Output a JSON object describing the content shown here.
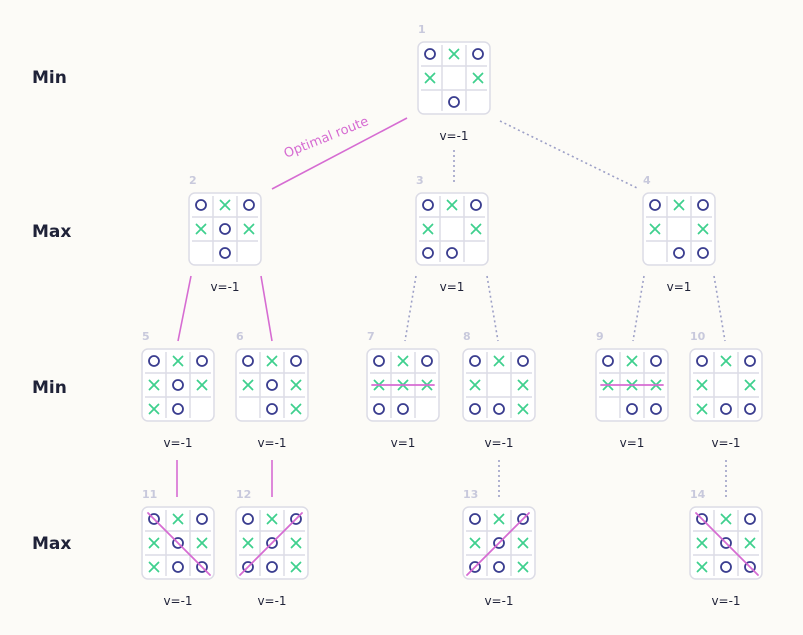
{
  "levels": [
    "Min",
    "Max",
    "Min",
    "Max"
  ],
  "route_label": "Optimal route",
  "colors": {
    "o": "#3a3d8f",
    "x": "#3fd08e",
    "highlight": "#d66cd2",
    "dotted": "#9da0c7",
    "grid": "#dcdce6"
  },
  "nodes": [
    {
      "id": "1",
      "value": "v=-1",
      "cells": [
        "O",
        "X",
        "O",
        "X",
        "",
        "X",
        "",
        "O",
        ""
      ]
    },
    {
      "id": "2",
      "value": "v=-1",
      "cells": [
        "O",
        "X",
        "O",
        "X",
        "O",
        "X",
        "",
        "O",
        ""
      ]
    },
    {
      "id": "3",
      "value": "v=1",
      "cells": [
        "O",
        "X",
        "O",
        "X",
        "",
        "X",
        "O",
        "O",
        ""
      ]
    },
    {
      "id": "4",
      "value": "v=1",
      "cells": [
        "O",
        "X",
        "O",
        "X",
        "",
        "X",
        "",
        "O",
        "O"
      ]
    },
    {
      "id": "5",
      "value": "v=-1",
      "cells": [
        "O",
        "X",
        "O",
        "X",
        "O",
        "X",
        "X",
        "O",
        ""
      ]
    },
    {
      "id": "6",
      "value": "v=-1",
      "cells": [
        "O",
        "X",
        "O",
        "X",
        "O",
        "X",
        "",
        "O",
        "X"
      ]
    },
    {
      "id": "7",
      "value": "v=1",
      "cells": [
        "O",
        "X",
        "O",
        "X",
        "X",
        "X",
        "O",
        "O",
        ""
      ],
      "win": "row-middle"
    },
    {
      "id": "8",
      "value": "v=-1",
      "cells": [
        "O",
        "X",
        "O",
        "X",
        "",
        "X",
        "O",
        "O",
        "X"
      ]
    },
    {
      "id": "9",
      "value": "v=1",
      "cells": [
        "O",
        "X",
        "O",
        "X",
        "X",
        "X",
        "",
        "O",
        "O"
      ],
      "win": "row-middle"
    },
    {
      "id": "10",
      "value": "v=-1",
      "cells": [
        "O",
        "X",
        "O",
        "X",
        "",
        "X",
        "X",
        "O",
        "O"
      ]
    },
    {
      "id": "11",
      "value": "v=-1",
      "cells": [
        "O",
        "X",
        "O",
        "X",
        "O",
        "X",
        "X",
        "O",
        "O"
      ],
      "win": "diag-main"
    },
    {
      "id": "12",
      "value": "v=-1",
      "cells": [
        "O",
        "X",
        "O",
        "X",
        "O",
        "X",
        "O",
        "O",
        "X"
      ],
      "win": "diag-anti"
    },
    {
      "id": "13",
      "value": "v=-1",
      "cells": [
        "O",
        "X",
        "O",
        "X",
        "O",
        "X",
        "O",
        "O",
        "X"
      ],
      "win": "diag-anti"
    },
    {
      "id": "14",
      "value": "v=-1",
      "cells": [
        "O",
        "X",
        "O",
        "X",
        "O",
        "X",
        "X",
        "O",
        "O"
      ],
      "win": "diag-main"
    }
  ],
  "edges": [
    {
      "from": "1",
      "to": "2",
      "style": "optimal"
    },
    {
      "from": "1",
      "to": "3",
      "style": "dotted"
    },
    {
      "from": "1",
      "to": "4",
      "style": "dotted"
    },
    {
      "from": "2",
      "to": "5",
      "style": "solid"
    },
    {
      "from": "2",
      "to": "6",
      "style": "solid"
    },
    {
      "from": "3",
      "to": "7",
      "style": "dotted"
    },
    {
      "from": "3",
      "to": "8",
      "style": "dotted"
    },
    {
      "from": "4",
      "to": "9",
      "style": "dotted"
    },
    {
      "from": "4",
      "to": "10",
      "style": "dotted"
    },
    {
      "from": "5",
      "to": "11",
      "style": "solid"
    },
    {
      "from": "6",
      "to": "12",
      "style": "solid"
    },
    {
      "from": "8",
      "to": "13",
      "style": "dotted"
    },
    {
      "from": "10",
      "to": "14",
      "style": "dotted"
    }
  ]
}
